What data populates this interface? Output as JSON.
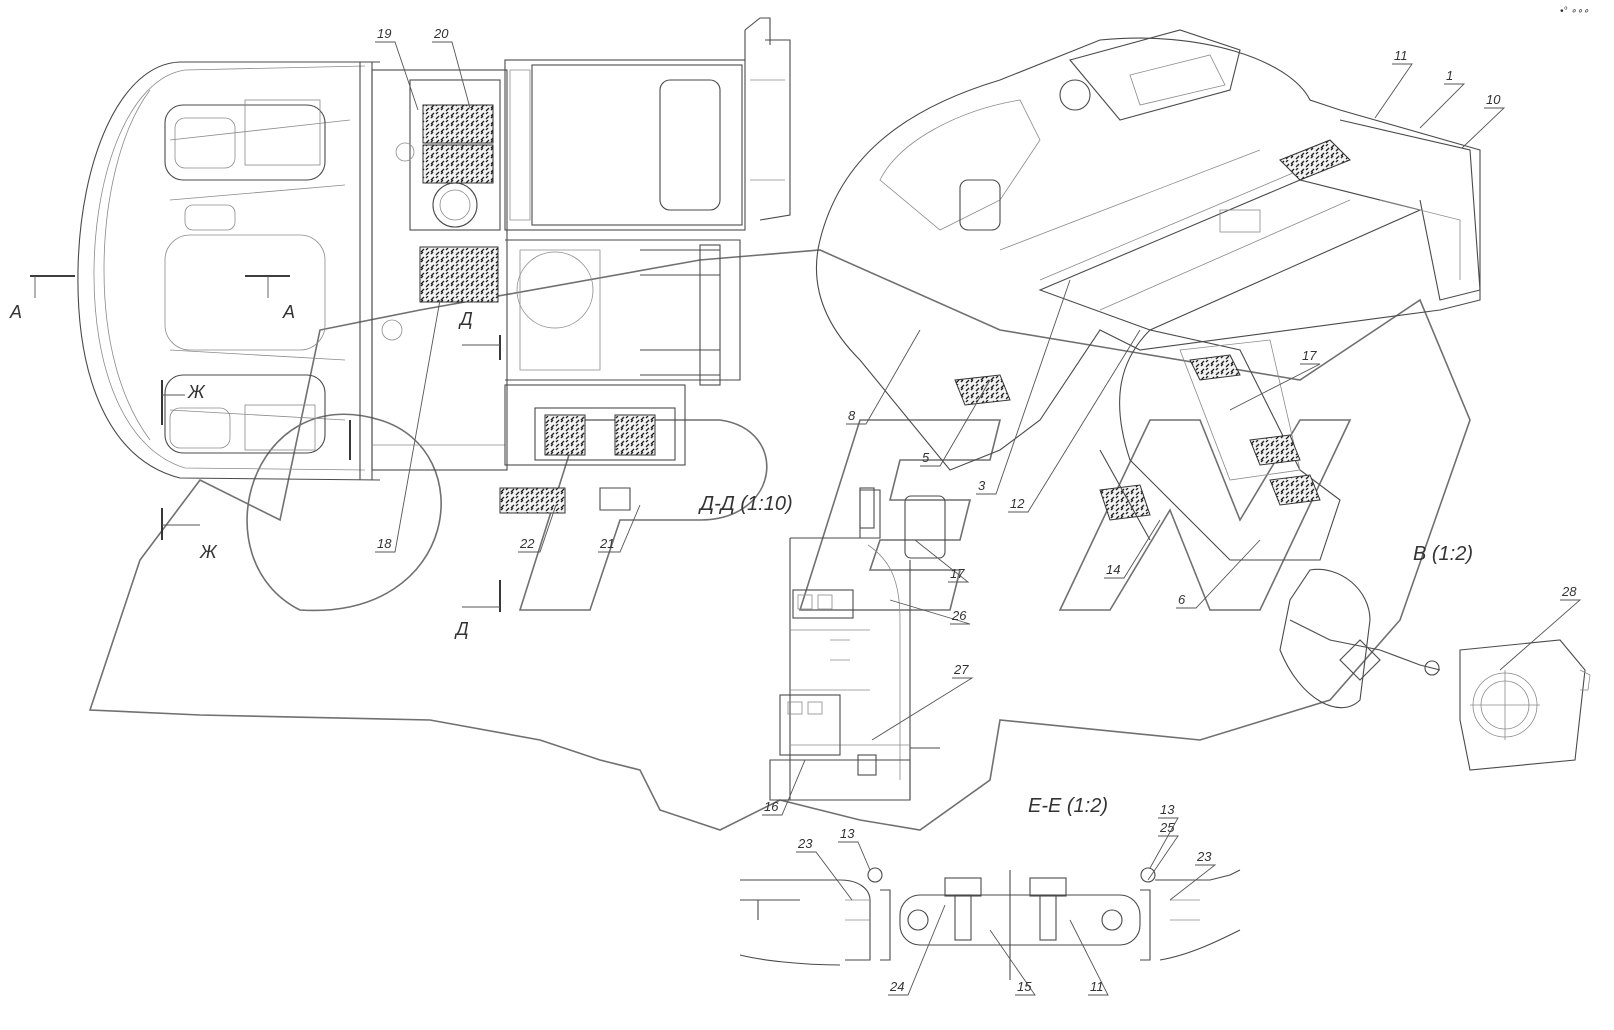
{
  "section_labels": {
    "d_d": "Д-Д (1:10)",
    "v": "В (1:2)",
    "e_e": "Е-Е (1:2)"
  },
  "view_arrows": {
    "a_left": "А",
    "a_right": "А",
    "d_top": "Д",
    "d_bottom": "Д",
    "zh_top": "Ж",
    "zh_bottom": "Ж"
  },
  "callouts": {
    "c19": "19",
    "c20": "20",
    "c18": "18",
    "c22": "22",
    "c21": "21",
    "c11a": "11",
    "c1": "1",
    "c10": "10",
    "c17a": "17",
    "c8": "8",
    "c5": "5",
    "c3": "3",
    "c12": "12",
    "c14": "14",
    "c6": "6",
    "c17b": "17",
    "c26": "26",
    "c27": "27",
    "c16": "16",
    "c28": "28",
    "c13a": "13",
    "c23a": "23",
    "c13b": "13",
    "c25": "25",
    "c23b": "23",
    "c24": "24",
    "c15": "15",
    "c11b": "11"
  },
  "top_right_mark": "•°  ∘∘∘"
}
